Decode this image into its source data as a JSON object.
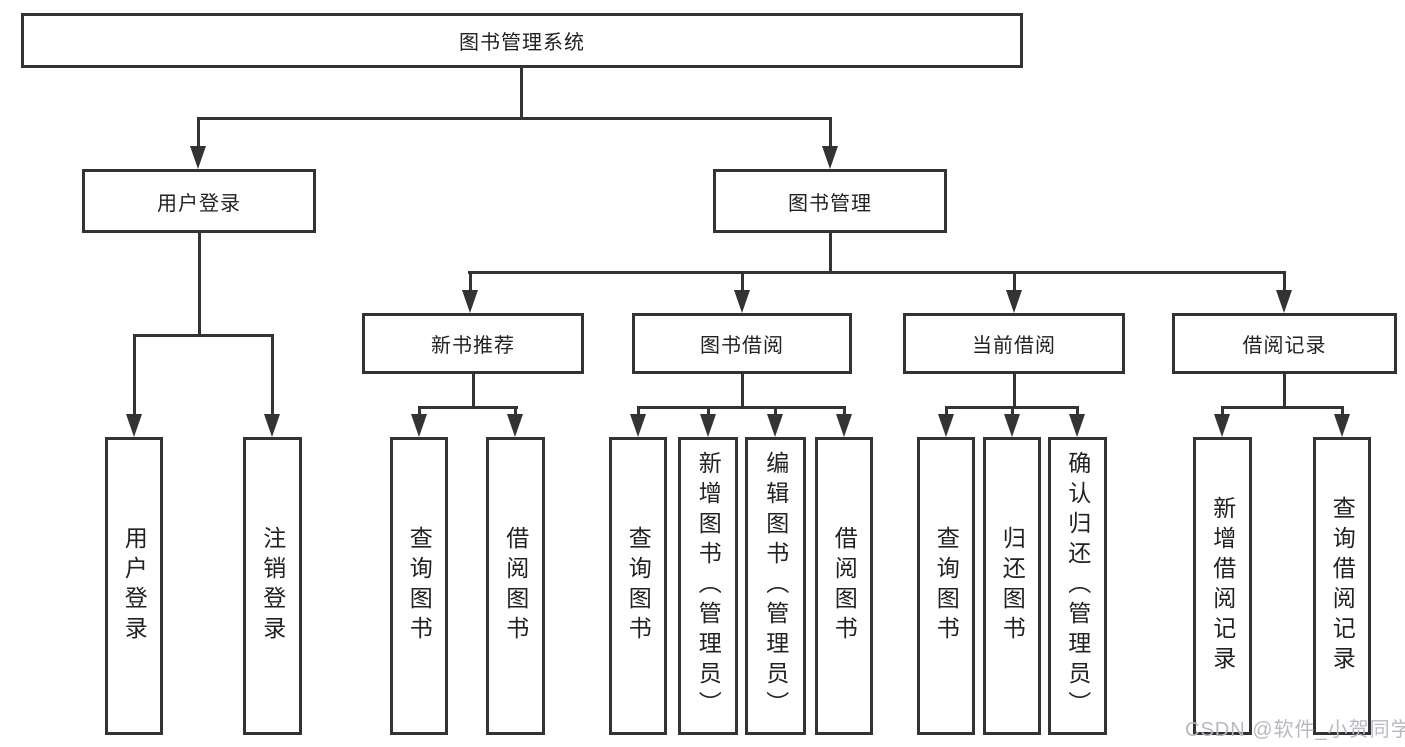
{
  "diagram": {
    "title": "图书管理系统",
    "level2": {
      "user_login": "用户登录",
      "book_mgmt": "图书管理"
    },
    "level3": {
      "recommend": "新书推荐",
      "borrow": "图书借阅",
      "current": "当前借阅",
      "records": "借阅记录"
    },
    "leaves": {
      "user_login": "用户登录",
      "logout": "注销登录",
      "rec_query": "查询图书",
      "rec_borrow": "借阅图书",
      "bor_query": "查询图书",
      "bor_add": "新增图书（管理员）",
      "bor_edit": "编辑图书（管理员）",
      "bor_borrow": "借阅图书",
      "cur_query": "查询图书",
      "cur_return": "归还图书",
      "cur_confirm": "确认归还（管理员）",
      "log_add": "新增借阅记录",
      "log_query": "查询借阅记录"
    },
    "watermark": "CSDN @软件_小贺同学",
    "colors": {
      "line": "#333333",
      "text": "#222222",
      "watermark": "#b7bac0",
      "background": "#ffffff"
    }
  }
}
